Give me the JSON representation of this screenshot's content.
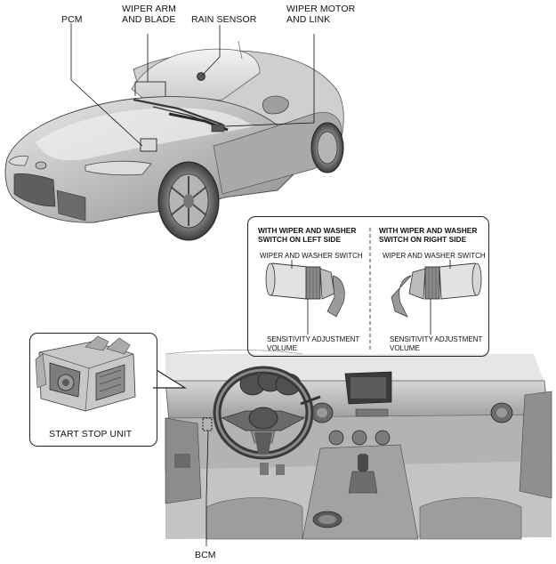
{
  "labels": {
    "pcm": "PCM",
    "wiper_arm_blade": "WIPER ARM\nAND BLADE",
    "rain_sensor": "RAIN SENSOR",
    "wiper_motor_link": "WIPER MOTOR\nAND LINK",
    "start_stop_unit": "START STOP UNIT",
    "bcm": "BCM"
  },
  "inset": {
    "left_title": "WITH WIPER AND WASHER\nSWITCH ON LEFT SIDE",
    "right_title": "WITH WIPER AND WASHER\nSWITCH ON RIGHT SIDE",
    "left_switch": "WIPER AND WASHER SWITCH",
    "right_switch": "WIPER AND WASHER SWITCH",
    "left_volume": "SENSITIVITY ADJUSTMENT\nVOLUME",
    "right_volume": "SENSITIVITY ADJUSTMENT\nVOLUME"
  }
}
